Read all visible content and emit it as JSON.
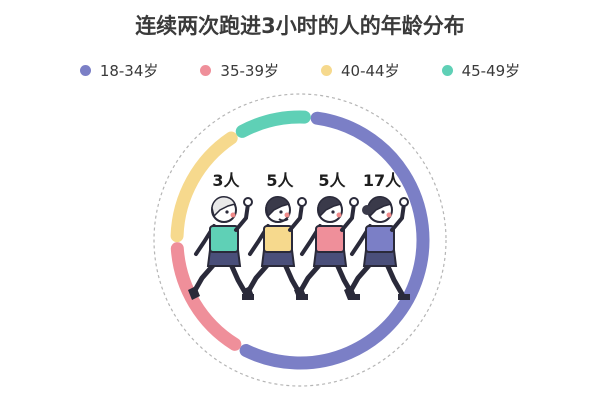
{
  "chart_data": {
    "type": "pie",
    "title": "连续两次跑进3小时的人的年龄分布",
    "categories": [
      "18-34岁",
      "35-39岁",
      "40-44岁",
      "45-49岁"
    ],
    "values": [
      17,
      5,
      5,
      3
    ],
    "value_labels": [
      "17人",
      "5人",
      "5人",
      "3人"
    ],
    "colors": [
      "#7b7fc6",
      "#ef8f9a",
      "#f6d98d",
      "#5fd0b6"
    ],
    "legend_position": "top"
  },
  "icons": {
    "runner_shirt_colors": [
      "#5fd0b6",
      "#f6d98d",
      "#ef8f9a",
      "#7b7fc6"
    ]
  }
}
